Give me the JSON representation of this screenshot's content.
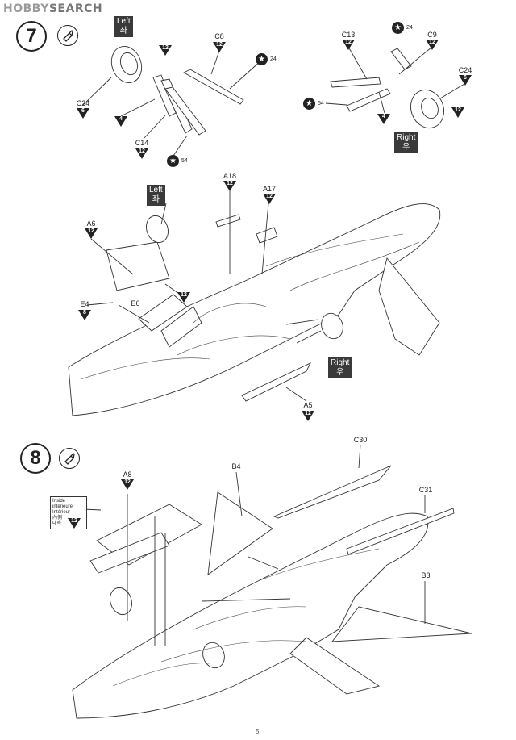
{
  "watermark": {
    "prefix": "HOBBY",
    "suffix": "SEARCH"
  },
  "steps": [
    {
      "number": "7"
    },
    {
      "number": "8"
    }
  ],
  "sides": {
    "left_en": "Left",
    "left_kr": "좌",
    "right_en": "Right",
    "right_kr": "우"
  },
  "parts": {
    "c8": "C8",
    "c24": "C24",
    "c14": "C14",
    "c13": "C13",
    "c9": "C9",
    "a18": "A18",
    "a17": "A17",
    "a6": "A6",
    "e4": "E4",
    "e6": "E6",
    "a5": "A5",
    "c30": "C30",
    "b4": "B4",
    "a8": "A8",
    "c31": "C31",
    "b3": "B3"
  },
  "paint": {
    "n12": "12",
    "n6": "6",
    "n4": "4",
    "n8": "8"
  },
  "decals": {
    "d24": "24",
    "d54": "54"
  },
  "inside_note": {
    "line1": "Inside",
    "line2": "intérieure",
    "line3": "Intérieur",
    "line4": "內側",
    "line5": "내측",
    "code": "12"
  },
  "page_number": "5"
}
